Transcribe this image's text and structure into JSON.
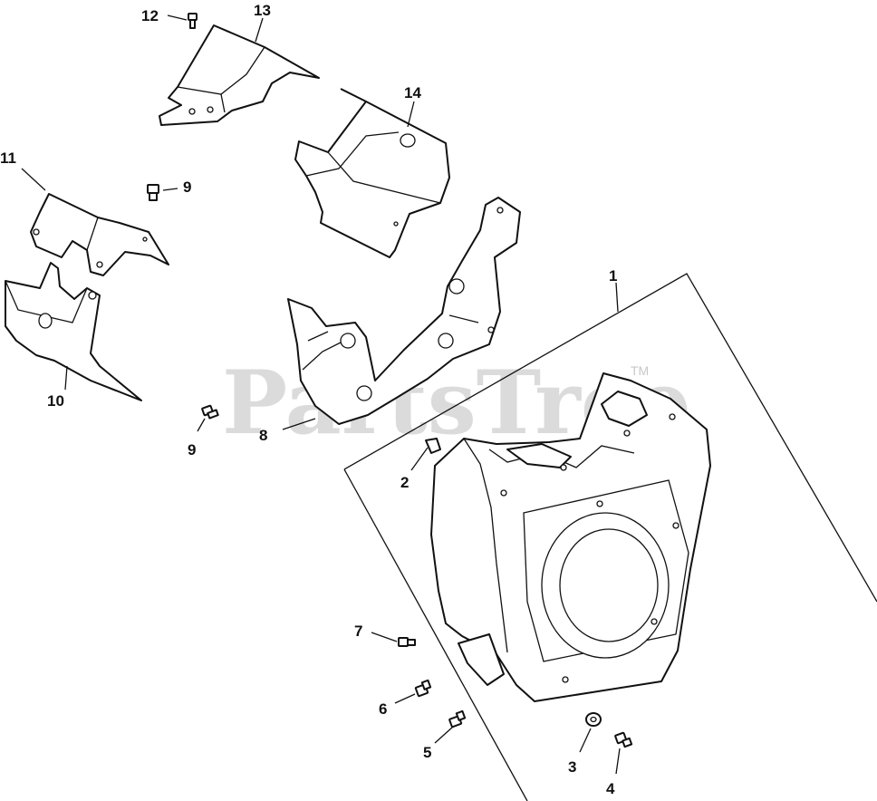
{
  "watermark": {
    "text": "PartsTree",
    "trademark": "TM"
  },
  "callouts": {
    "c1": "1",
    "c2": "2",
    "c3": "3",
    "c4": "4",
    "c5": "5",
    "c6": "6",
    "c7": "7",
    "c8": "8",
    "c9a": "9",
    "c9b": "9",
    "c10": "10",
    "c11": "11",
    "c12": "12",
    "c13": "13",
    "c14": "14"
  },
  "colors": {
    "line": "#111111",
    "watermark": "#d0d0d0",
    "background": "#ffffff"
  }
}
